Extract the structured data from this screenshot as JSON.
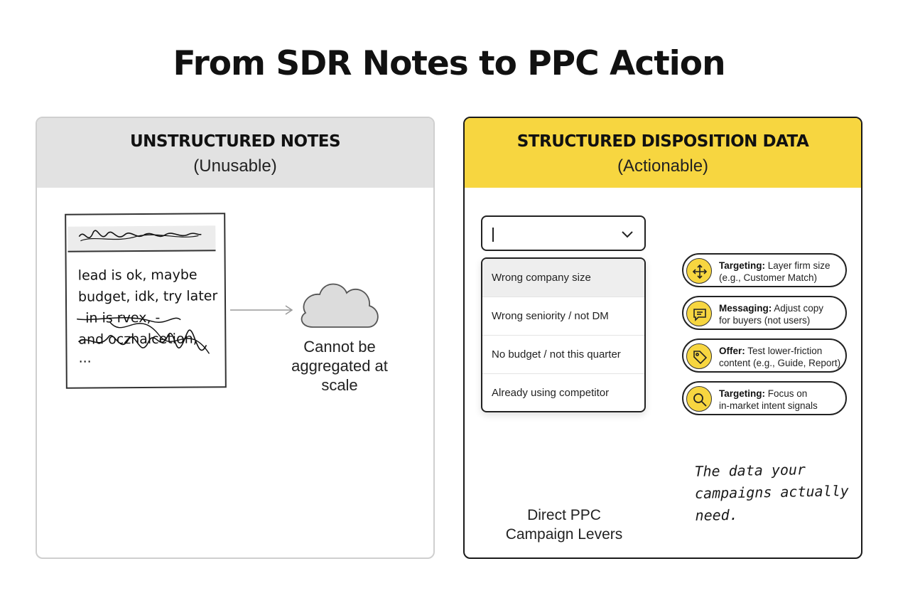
{
  "title": "From SDR Notes to PPC Action",
  "left_panel": {
    "title": "UNSTRUCTURED NOTES",
    "subtitle": "(Unusable)",
    "notes": {
      "line1": "lead is ok, maybe",
      "line2": "budget, idk, try later",
      "line3": "in is rvex, -",
      "line4": "and oczhalcetion,",
      "line5": "..."
    },
    "cloud_caption": "Cannot be aggregated at scale"
  },
  "right_panel": {
    "title": "STRUCTURED DISPOSITION DATA",
    "subtitle": "(Actionable)",
    "dropdown_options": [
      "Wrong company size",
      "Wrong seniority / not DM",
      "No budget / not this quarter",
      "Already using competitor"
    ],
    "actions": [
      {
        "bold": "Targeting:",
        "rest": " Layer firm size",
        "line2": "(e.g., Customer Match)",
        "icon": "move-arrows-icon"
      },
      {
        "bold": "Messaging:",
        "rest": " Adjust copy",
        "line2": "for buyers (not users)",
        "icon": "message-icon"
      },
      {
        "bold": "Offer:",
        "rest": " Test lower-friction",
        "line2": "content (e.g., Guide, Report)",
        "icon": "tag-icon"
      },
      {
        "bold": "Targeting:",
        "rest": " Focus on",
        "line2": "in-market intent signals",
        "icon": "search-icon"
      }
    ],
    "gear_caption_line1": "Direct PPC",
    "gear_caption_line2": "Campaign Levers",
    "handnote": {
      "line1": "The data your",
      "line2": "campaigns actually",
      "line3": "need."
    }
  },
  "colors": {
    "accent": "#f7d640",
    "neutral_header": "#e2e2e2"
  }
}
